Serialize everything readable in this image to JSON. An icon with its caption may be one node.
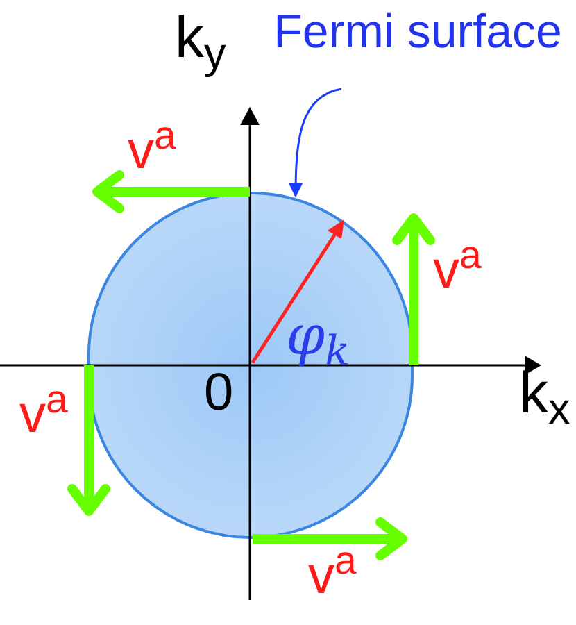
{
  "diagram": {
    "nodes": [
      {
        "text": [
          "Fermi surface"
        ]
      },
      {
        "text": [],
        "shape": "circle"
      }
    ],
    "edges": [
      {
        "from": 0,
        "to": 1,
        "arrow": "to"
      }
    ],
    "labels": [
      "k$_{y}$",
      "v$^{a}$",
      "v$^{a}$",
      "φ$_{k}$",
      "0",
      "k$_{x}$",
      "v$^{a}$",
      "v$^{a}$"
    ]
  }
}
